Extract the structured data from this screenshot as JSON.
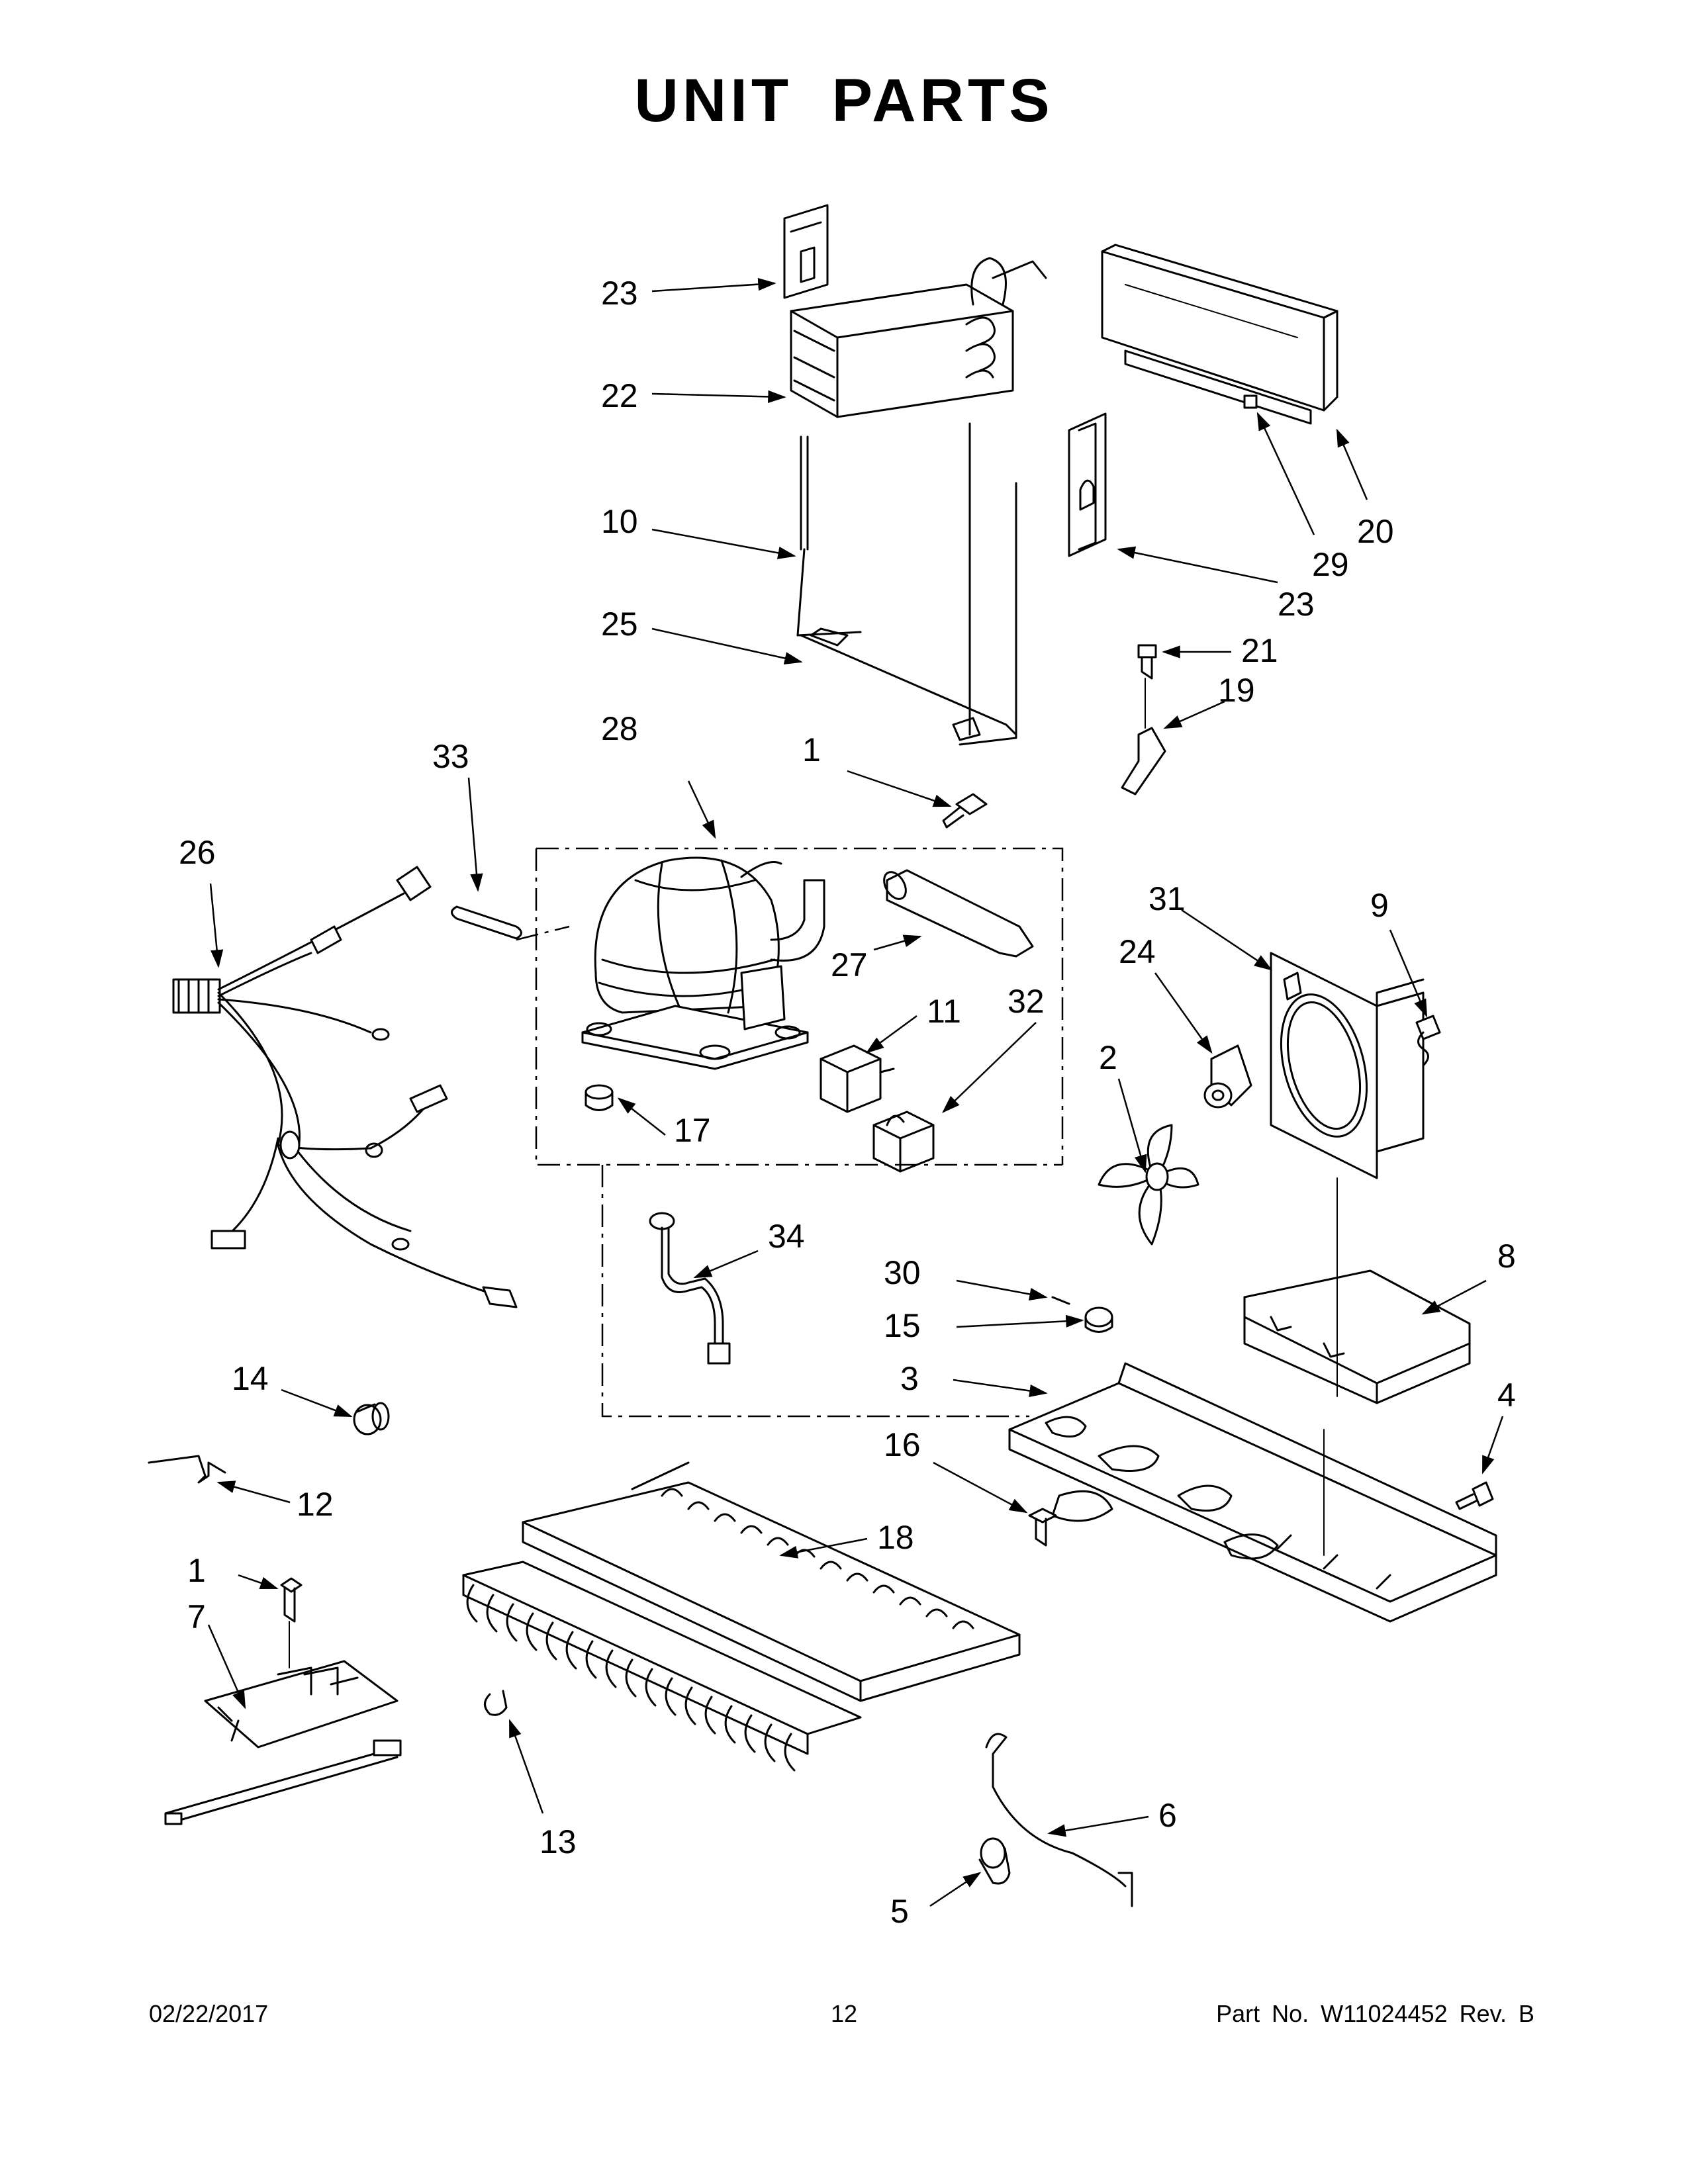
{
  "page": {
    "title": "UNIT PARTS",
    "footer": {
      "date": "02/22/2017",
      "page_number": "12",
      "part_number": "Part No.  W11024452  Rev.  B"
    }
  },
  "callouts": [
    "1",
    "1",
    "2",
    "3",
    "4",
    "5",
    "6",
    "7",
    "8",
    "9",
    "10",
    "11",
    "12",
    "13",
    "14",
    "15",
    "16",
    "17",
    "18",
    "19",
    "20",
    "21",
    "22",
    "23",
    "23",
    "24",
    "25",
    "26",
    "27",
    "28",
    "29",
    "30",
    "31",
    "32",
    "33",
    "34"
  ]
}
